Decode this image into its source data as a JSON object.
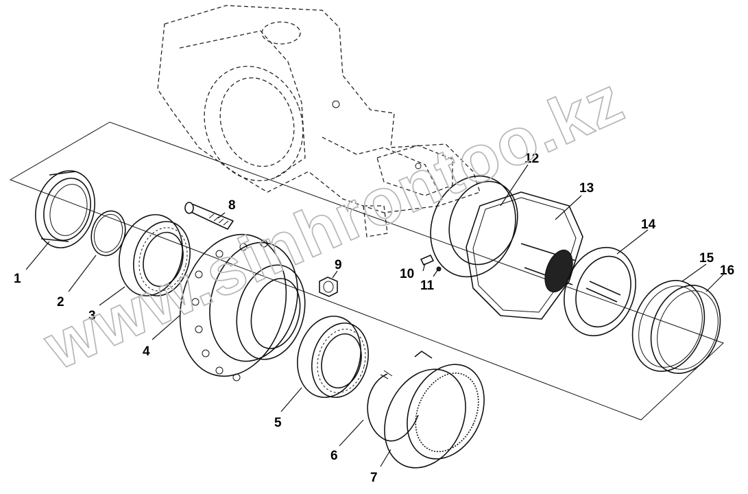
{
  "watermark": "www.sinhrontoo.kz",
  "callouts": {
    "c1": "1",
    "c2": "2",
    "c3": "3",
    "c4": "4",
    "c5": "5",
    "c6": "6",
    "c7": "7",
    "c8": "8",
    "c9": "9",
    "c10": "10",
    "c11": "11",
    "c12": "12",
    "c13": "13",
    "c14": "14",
    "c15": "15",
    "c16": "16"
  }
}
